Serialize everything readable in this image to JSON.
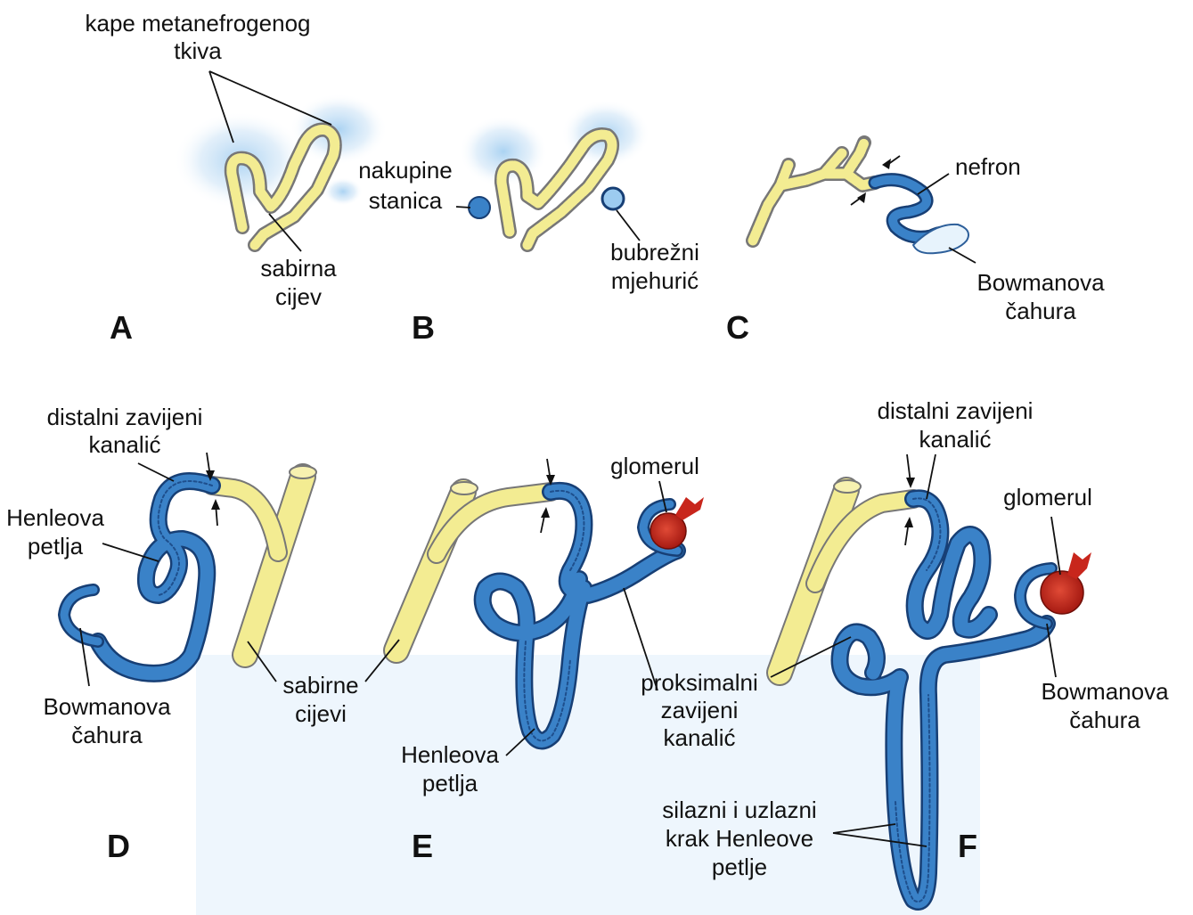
{
  "panels": {
    "A": {
      "letter": "A",
      "label_caps_line1": "kape metanefrogenog",
      "label_caps_line2": "tkiva",
      "label_duct_line1": "sabirna",
      "label_duct_line2": "cijev"
    },
    "B": {
      "letter": "B",
      "label_cells_line1": "nakupine",
      "label_cells_line2": "stanica",
      "label_vesicle_line1": "bubrežni",
      "label_vesicle_line2": "mjehurić"
    },
    "C": {
      "letter": "C",
      "label_nephron": "nefron",
      "label_capsule_line1": "Bowmanova",
      "label_capsule_line2": "čahura"
    },
    "D": {
      "letter": "D",
      "label_distal_line1": "distalni zavijeni",
      "label_distal_line2": "kanalić",
      "label_henle_line1": "Henleova",
      "label_henle_line2": "petlja",
      "label_capsule_line1": "Bowmanova",
      "label_capsule_line2": "čahura",
      "label_ducts_line1": "sabirne",
      "label_ducts_line2": "cijevi"
    },
    "E": {
      "letter": "E",
      "label_glomerul": "glomerul",
      "label_proximal_line1": "proksimalni",
      "label_proximal_line2": "zavijeni",
      "label_proximal_line3": "kanalić",
      "label_henle_line1": "Henleova",
      "label_henle_line2": "petlja"
    },
    "F": {
      "letter": "F",
      "label_distal_line1": "distalni zavijeni",
      "label_distal_line2": "kanalić",
      "label_glomerul": "glomerul",
      "label_capsule_line1": "Bowmanova",
      "label_capsule_line2": "čahura",
      "label_limbs_line1": "silazni i uzlazni",
      "label_limbs_line2": "krak Henleove",
      "label_limbs_line3": "petlje"
    }
  },
  "colors": {
    "collecting_duct": "#f3ec92",
    "nephron_tubule": "#3a82c8",
    "tubule_outline": "#173f75",
    "glomerulus": "#c8261c",
    "mesenchyme_cap": "#9ccbf0"
  }
}
